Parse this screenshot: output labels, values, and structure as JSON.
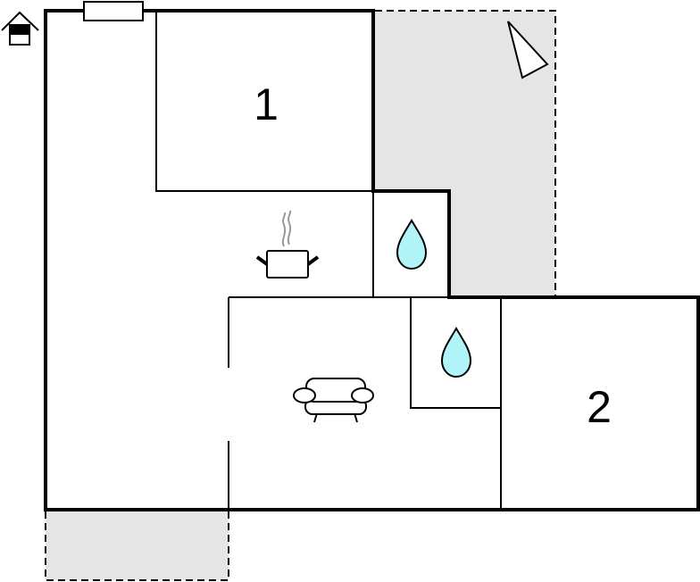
{
  "plan": {
    "rooms": [
      {
        "label": "1",
        "type": "bedroom"
      },
      {
        "label": "2",
        "type": "bedroom"
      }
    ],
    "icons": [
      "house-icon",
      "compass-icon",
      "window-icon",
      "cooking-pot-icon",
      "water-drop-icon",
      "water-drop-icon",
      "sofa-icon"
    ],
    "colors": {
      "wall": "#000000",
      "terrace": "#e5e5e5",
      "water": "#b0f4f8",
      "steam": "#999999"
    }
  }
}
